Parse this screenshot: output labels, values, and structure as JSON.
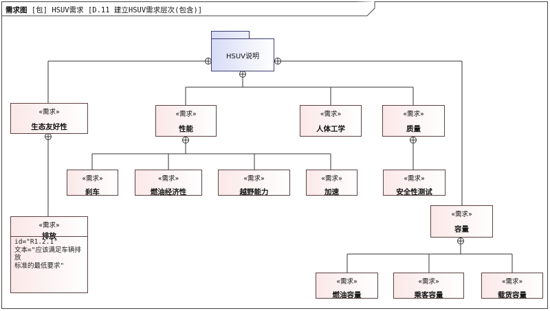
{
  "header": {
    "diagram_kind": "需求图",
    "bracket_kind": "[包]",
    "owner": "HSUV需求",
    "name": "[D.11 建立HSUV需求层次(包含)]"
  },
  "package": {
    "name": "HSUV说明"
  },
  "stereotype": "«需求»",
  "requirements": {
    "eco": "生态友好性",
    "performance": "性能",
    "ergonomics": "人体工学",
    "quality": "质量",
    "braking": "刹车",
    "fuel_economy": "燃油经济性",
    "offroad": "越野能力",
    "acceleration": "加速",
    "safety_test": "安全性测试",
    "capacity": "容量",
    "fuel_capacity": "燃油容量",
    "passenger_capacity": "乘客容量",
    "cargo_capacity": "载货容量",
    "emissions": "排放"
  },
  "emissions_props": {
    "id": "id=\"R1.2.1\"",
    "text_line1": "文本=\"应该满足车辆排放",
    "text_line2": "标准的最低要求\""
  },
  "colors": {
    "requirement_fill": "#fbe8e8",
    "requirement_border": "#5a4040",
    "package_fill": "#d7dcf6",
    "package_border": "#3a3a70"
  }
}
